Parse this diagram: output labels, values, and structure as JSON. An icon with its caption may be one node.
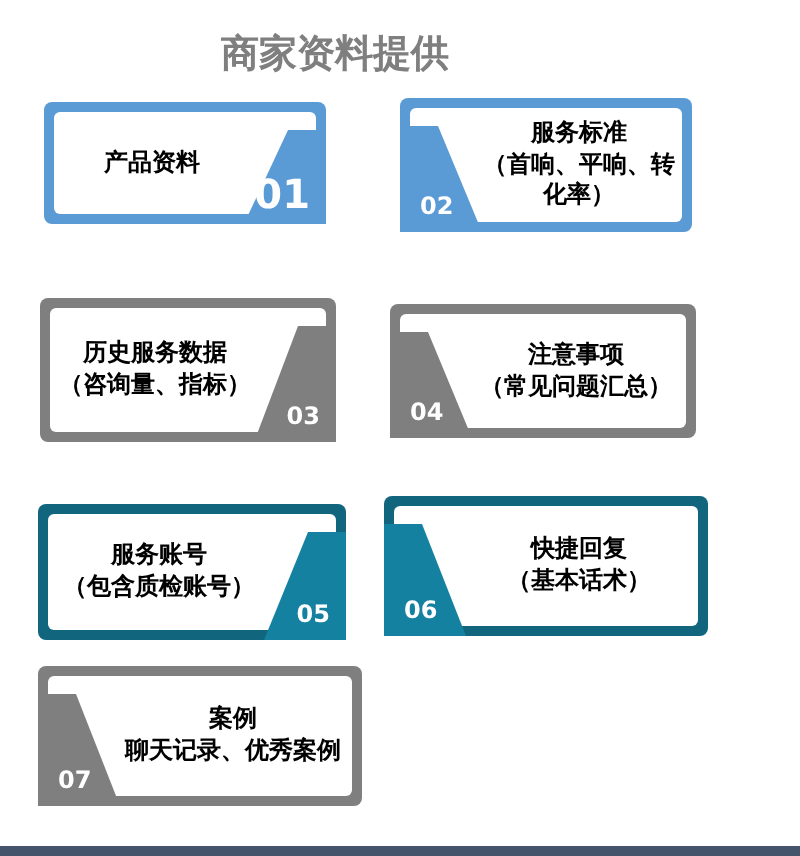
{
  "diagram": {
    "title": "商家资料提供",
    "nodes": [
      {
        "text": [
          "产品资料",
          "01"
        ]
      },
      {
        "text": [
          "服务标准",
          "（首响、平响、转化率）",
          "02"
        ]
      },
      {
        "text": [
          "历史服务数据",
          "（咨询量、指标）",
          "03"
        ]
      },
      {
        "text": [
          "注意事项",
          "（常见问题汇总）",
          "04"
        ]
      },
      {
        "text": [
          "服务账号",
          "（包含质检账号）",
          "05"
        ]
      },
      {
        "text": [
          "快捷回复",
          "（基本话术）",
          "06"
        ]
      },
      {
        "text": [
          "案例",
          "聊天记录、优秀案例",
          "07"
        ]
      }
    ]
  }
}
